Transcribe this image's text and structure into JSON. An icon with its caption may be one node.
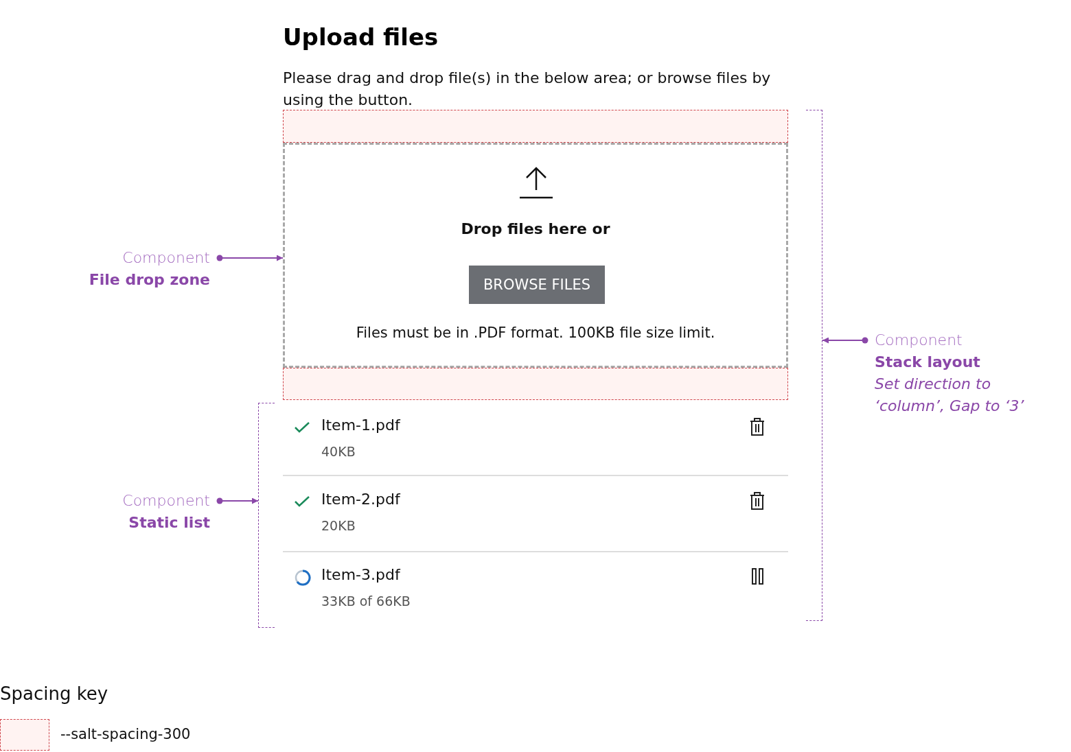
{
  "diagram": {
    "title": "Upload files",
    "nodes": [
      {
        "text": [],
        "shape": "bracket"
      },
      {
        "text": [],
        "shape": "box"
      },
      {
        "text": [
          "Drop files here or",
          "Files must be in .PDF format. 100KB file size limit."
        ]
      },
      {
        "text": [
          "BROWSE FILES"
        ],
        "in": 2
      },
      {
        "text": [],
        "shape": "box"
      },
      {
        "text": [],
        "shape": "bracket"
      },
      {
        "text": [
          "Item-1.pdf",
          "40KB"
        ],
        "in": 5
      },
      {
        "text": [
          "Item-2.pdf",
          "20KB"
        ],
        "in": 5
      },
      {
        "text": [
          "Item-3.pdf",
          "33KB of 66KB"
        ],
        "in": 5
      },
      {
        "text": [
          "Component",
          "File drop zone"
        ]
      },
      {
        "text": [
          "Component",
          "Static list"
        ]
      },
      {
        "text": [
          "Component",
          "Stack layout",
          "Set direction to ‘column’, Gap to ‘3’"
        ]
      }
    ],
    "edges": [
      {
        "from": 9,
        "to": 2,
        "arrow": "to"
      },
      {
        "from": 10,
        "to": 5,
        "arrow": "to"
      },
      {
        "from": 11,
        "to": 0,
        "arrow": "to"
      }
    ],
    "labels": [
      "Please drag and drop file(s) in the below area; or browse files by using the button.",
      "Spacing key"
    ],
    "legend": [
      {
        "text": "--salt-spacing-300",
        "color": "#fff3f2"
      }
    ]
  }
}
